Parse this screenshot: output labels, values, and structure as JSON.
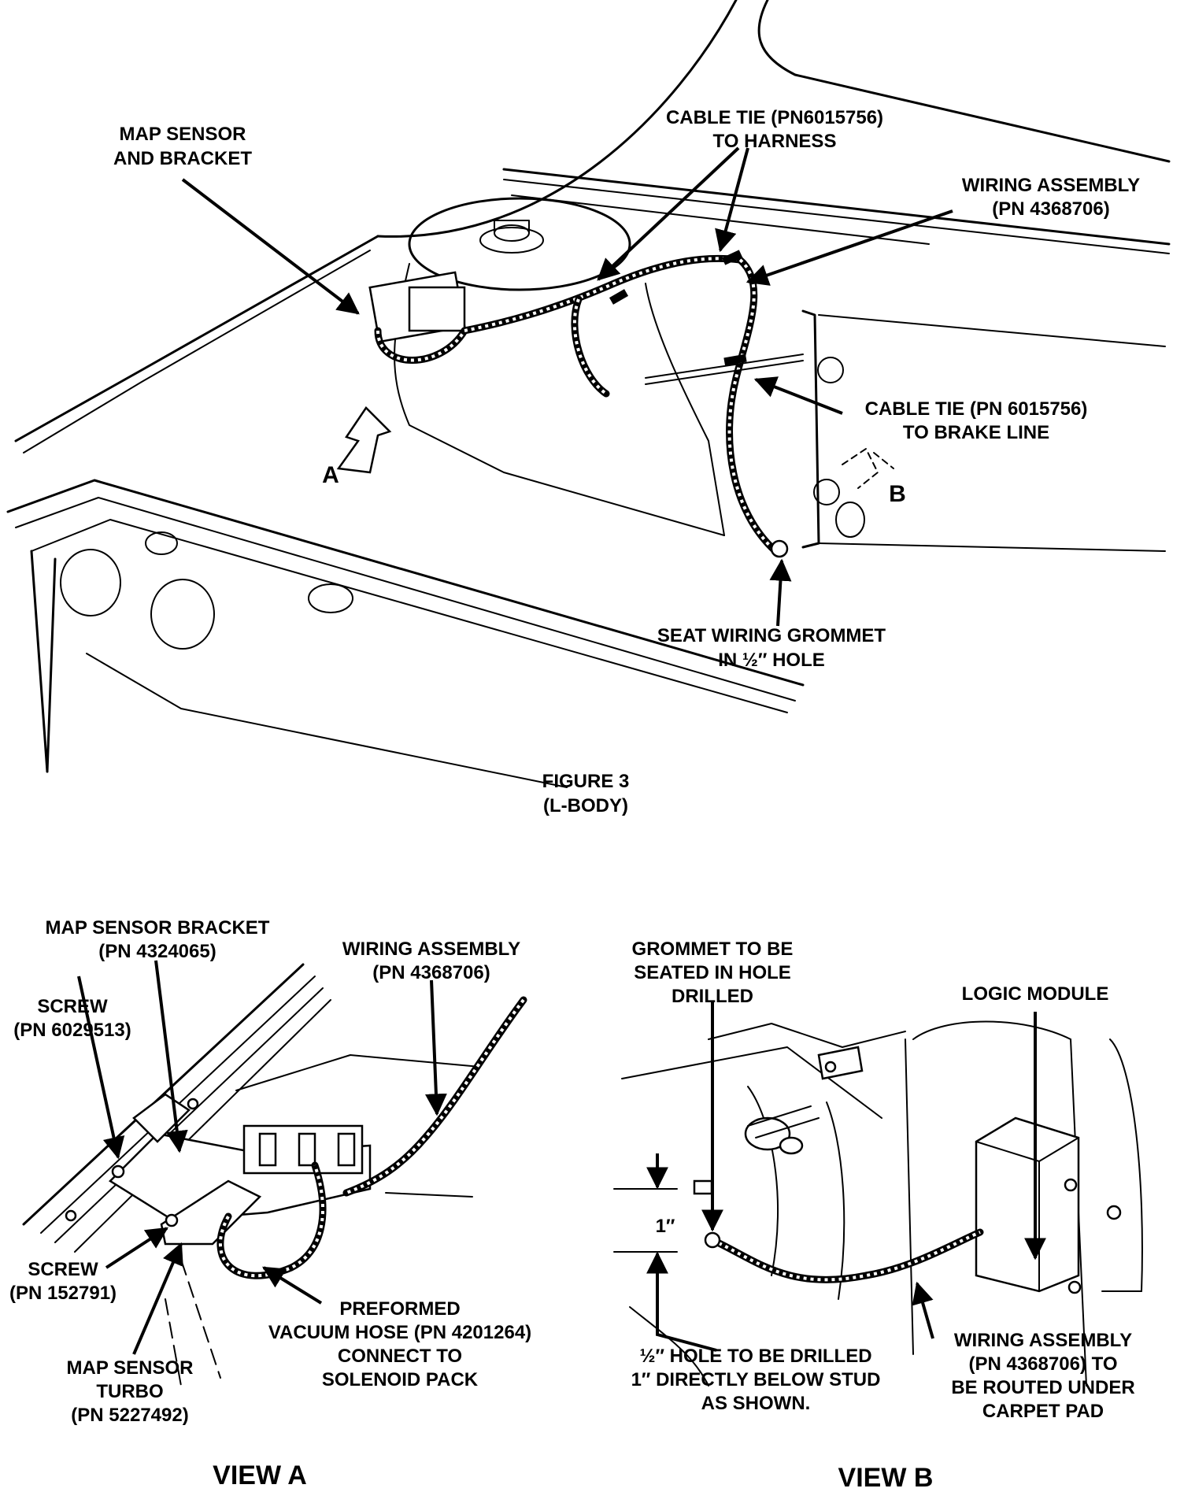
{
  "figure": {
    "title": "FIGURE 3",
    "subtitle": "(L-BODY)",
    "labels": {
      "map_sensor_line1": "MAP SENSOR",
      "map_sensor_line2": "AND BRACKET",
      "cable_tie_harness_line1": "CABLE TIE (PN6015756)",
      "cable_tie_harness_line2": "TO HARNESS",
      "wiring_assembly_line1": "WIRING ASSEMBLY",
      "wiring_assembly_line2": "(PN 4368706)",
      "cable_tie_brake_line1": "CABLE TIE (PN 6015756)",
      "cable_tie_brake_line2": "TO BRAKE LINE",
      "seat_grommet_line1": "SEAT WIRING GROMMET",
      "seat_grommet_line2": "IN ½″ HOLE",
      "view_a_marker": "A",
      "view_b_marker": "B"
    }
  },
  "view_a": {
    "title": "VIEW A",
    "labels": {
      "bracket_line1": "MAP SENSOR BRACKET",
      "bracket_line2": "(PN 4324065)",
      "wiring_line1": "WIRING ASSEMBLY",
      "wiring_line2": "(PN 4368706)",
      "screw1_line1": "SCREW",
      "screw1_line2": "(PN 6029513)",
      "screw2_line1": "SCREW",
      "screw2_line2": "(PN 152791)",
      "hose_line1": "PREFORMED",
      "hose_line2": "VACUUM HOSE (PN 4201264)",
      "hose_line3": "CONNECT TO",
      "hose_line4": "SOLENOID PACK",
      "sensor_line1": "MAP SENSOR",
      "sensor_line2": "TURBO",
      "sensor_line3": "(PN 5227492)"
    }
  },
  "view_b": {
    "title": "VIEW B",
    "labels": {
      "grommet_line1": "GROMMET TO BE",
      "grommet_line2": "SEATED IN HOLE",
      "grommet_line3": "DRILLED",
      "logic_module": "LOGIC MODULE",
      "dimension": "1″",
      "hole_line1": "½″ HOLE TO BE DRILLED",
      "hole_line2": "1″ DIRECTLY BELOW STUD",
      "hole_line3": "AS SHOWN.",
      "wiring_line1": "WIRING ASSEMBLY",
      "wiring_line2": "(PN 4368706) TO",
      "wiring_line3": "BE ROUTED UNDER",
      "wiring_line4": "CARPET PAD"
    }
  }
}
